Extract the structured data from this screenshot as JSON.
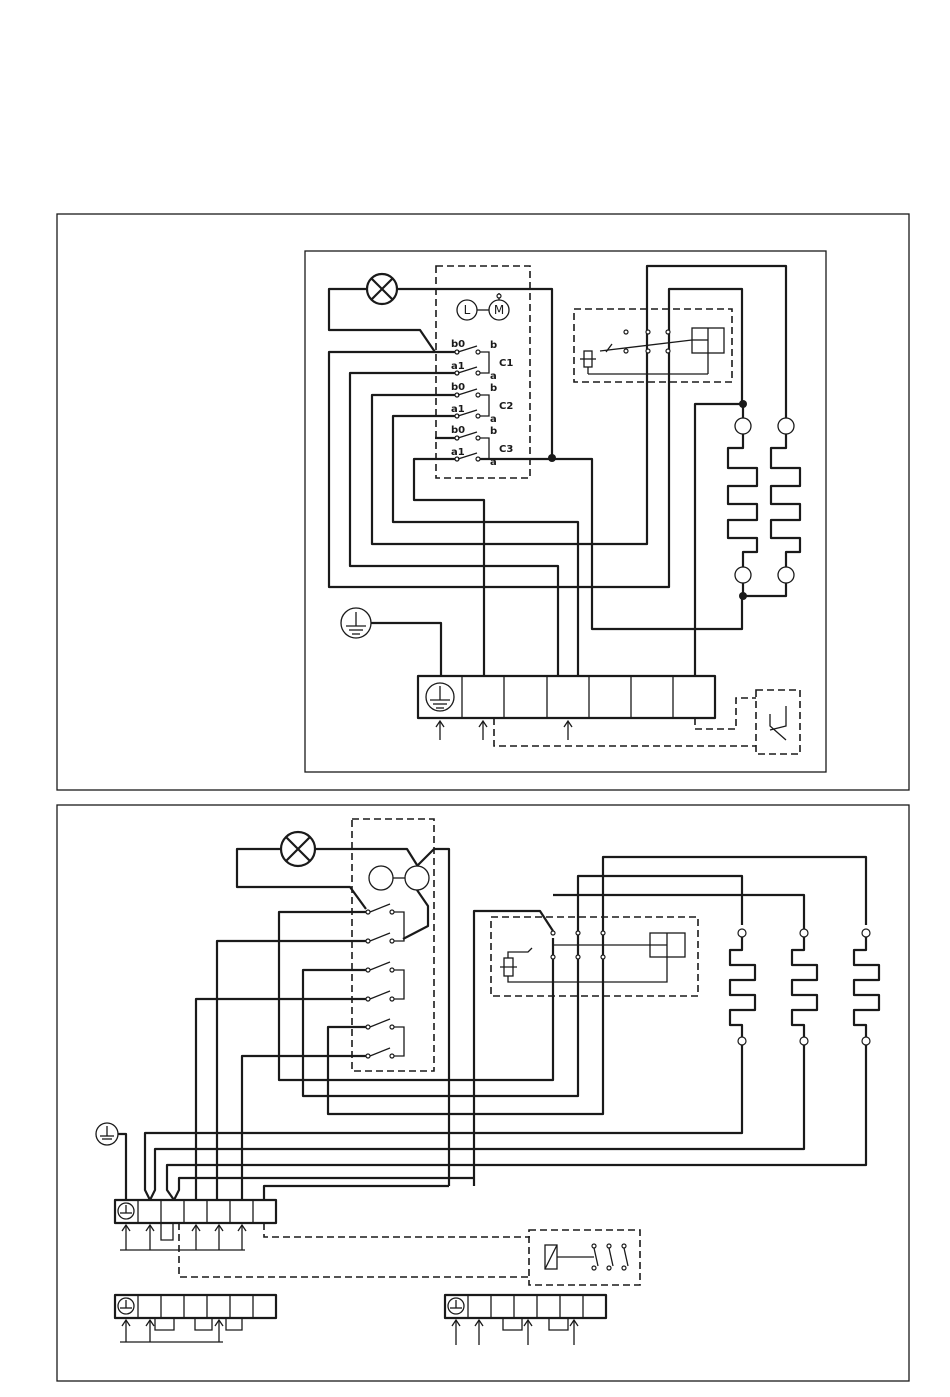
{
  "diagram_top": {
    "switch_labels": {
      "c1": "C1",
      "c2": "C2",
      "c3": "C3",
      "b0": "b0",
      "a1": "a1",
      "b": "b",
      "a": "a"
    },
    "lamp_symbol": "⊗",
    "light_symbol": "L",
    "motor_symbol": "M",
    "ground_icon": "ground-icon"
  },
  "diagram_bottom": {
    "ground_icon": "ground-icon"
  }
}
